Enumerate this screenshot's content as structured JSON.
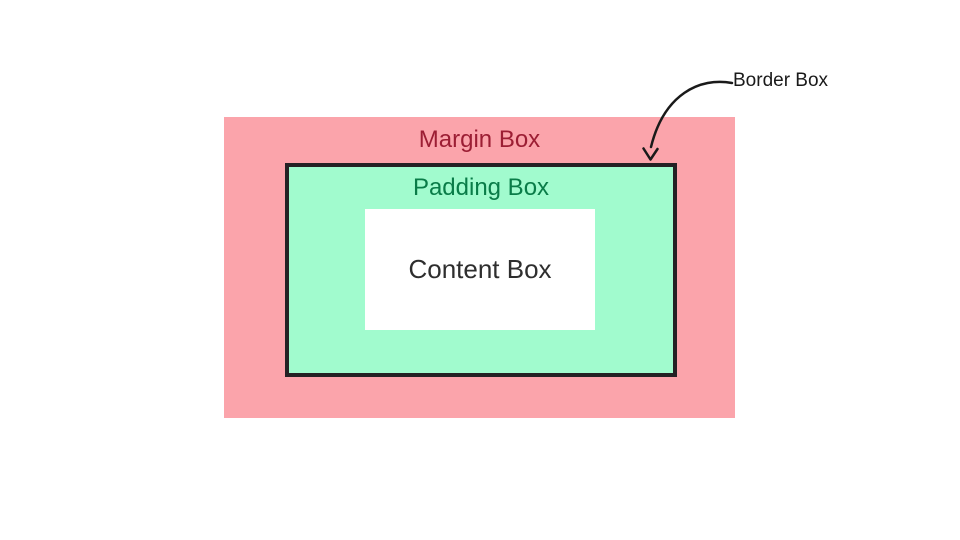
{
  "boxes": {
    "margin": {
      "label": "Margin Box",
      "fill": "#FBA4AB",
      "label_color": "#9C1E34"
    },
    "padding": {
      "label": "Padding Box",
      "fill": "#A1FBCE",
      "label_color": "#097C48"
    },
    "content": {
      "label": "Content Box",
      "fill": "#FFFFFF",
      "label_color": "#2E2E2E"
    },
    "border": {
      "stroke": "#242124"
    }
  },
  "annotation": {
    "label": "Border Box",
    "label_color": "#1A1A1A",
    "arrow_color": "#1A1A1A"
  }
}
